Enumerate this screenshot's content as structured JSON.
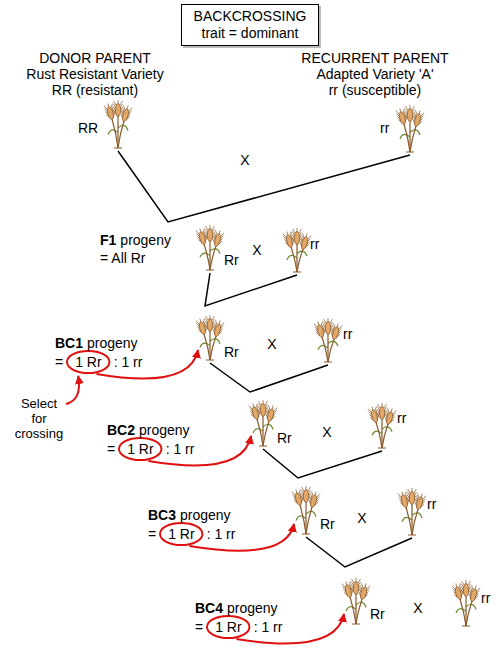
{
  "diagram": {
    "nodes": [
      {
        "text": [
          "BACKCROSSING",
          "trait = dominant"
        ]
      },
      {
        "text": [
          "1 Rr"
        ]
      },
      {
        "text": [
          "1 Rr"
        ]
      },
      {
        "text": [
          "1 Rr"
        ]
      },
      {
        "text": [
          "1 Rr"
        ]
      }
    ],
    "labels": [
      "DONOR PARENT",
      "Rust Resistant Variety",
      "RR (resistant)",
      "RECURRENT PARENT",
      "Adapted Variety 'A'",
      "rr (susceptible)",
      "RR",
      "X",
      "rr",
      "F1",
      "progeny",
      "= All Rr",
      "Rr",
      "X",
      "rr",
      "BC1",
      "progeny",
      "=",
      ": 1 rr",
      "Rr",
      "X",
      "rr",
      "Select for crossing",
      "BC2",
      "progeny",
      "=",
      ": 1 rr",
      "Rr",
      "X",
      "rr",
      "BC3",
      "progeny",
      "=",
      ": 1 rr",
      "Rr",
      "X",
      "rr",
      "BC4",
      "progeny",
      "=",
      ": 1 rr",
      "Rr",
      "X",
      "rr"
    ]
  }
}
